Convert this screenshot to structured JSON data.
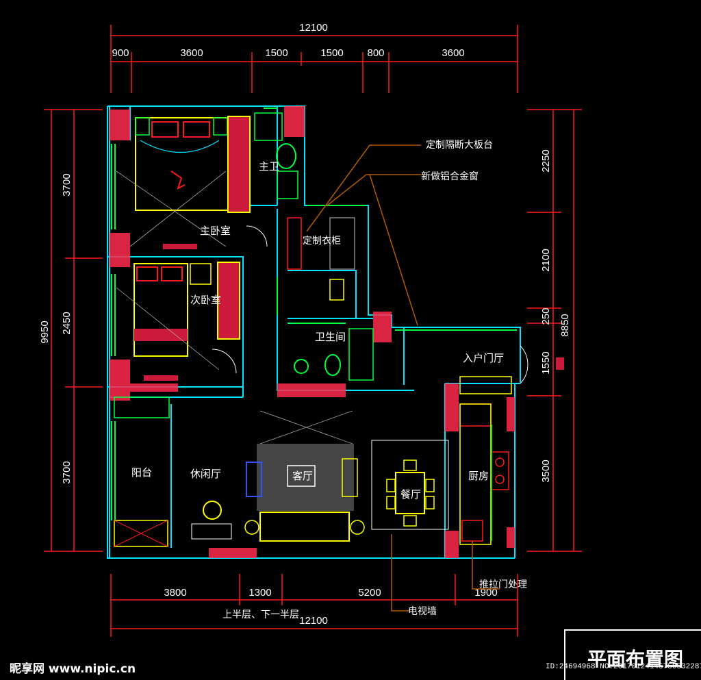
{
  "top_dims": {
    "total": "12100",
    "segments": [
      "900",
      "3600",
      "1500",
      "1500",
      "800",
      "3600"
    ]
  },
  "bottom_dims": {
    "total": "12100",
    "segments": [
      "3800",
      "1300",
      "5200",
      "1900"
    ]
  },
  "left_dims": {
    "total": "9950",
    "segments": [
      "3700",
      "2450",
      "3700"
    ]
  },
  "right_dims": {
    "total": "8850",
    "segments": [
      "2250",
      "2100",
      "250",
      "1550",
      "3500"
    ]
  },
  "rooms": {
    "master_bedroom": "主卧室",
    "second_bedroom": "次卧室",
    "master_bath": "主卫",
    "bathroom": "卫生间",
    "entrance": "入户门厅",
    "balcony": "阳台",
    "leisure_hall": "休闲厅",
    "living_room": "客厅",
    "dining_room": "餐厅",
    "kitchen": "厨房"
  },
  "annotations": {
    "closet_label": "定制衣柜",
    "callout_1": "定制隔断大板台",
    "callout_2": "新做铝合金窗",
    "up_down": "上半层、下一半层",
    "kitchen_door": "推拉门处理",
    "tv_wall": "电视墙"
  },
  "title_block": {
    "title": "平面布置图"
  },
  "watermark": {
    "brand": "昵享网 www.nipic.cn",
    "id": "ID:24694968 NO:20170124145750532287"
  },
  "colors": {
    "wall_outline": "#00e5ff",
    "wall_fill": "#ff2a4d",
    "furniture": "#ffff00",
    "fixtures": "#00ff3c",
    "dimension": "#ff1a1a",
    "leader": "#b35a00",
    "text": "#ffffff"
  },
  "icons": [
    "bed-icon",
    "toilet-icon",
    "sink-icon",
    "sofa-icon",
    "dining-table-icon",
    "stove-icon",
    "chair-icon"
  ]
}
